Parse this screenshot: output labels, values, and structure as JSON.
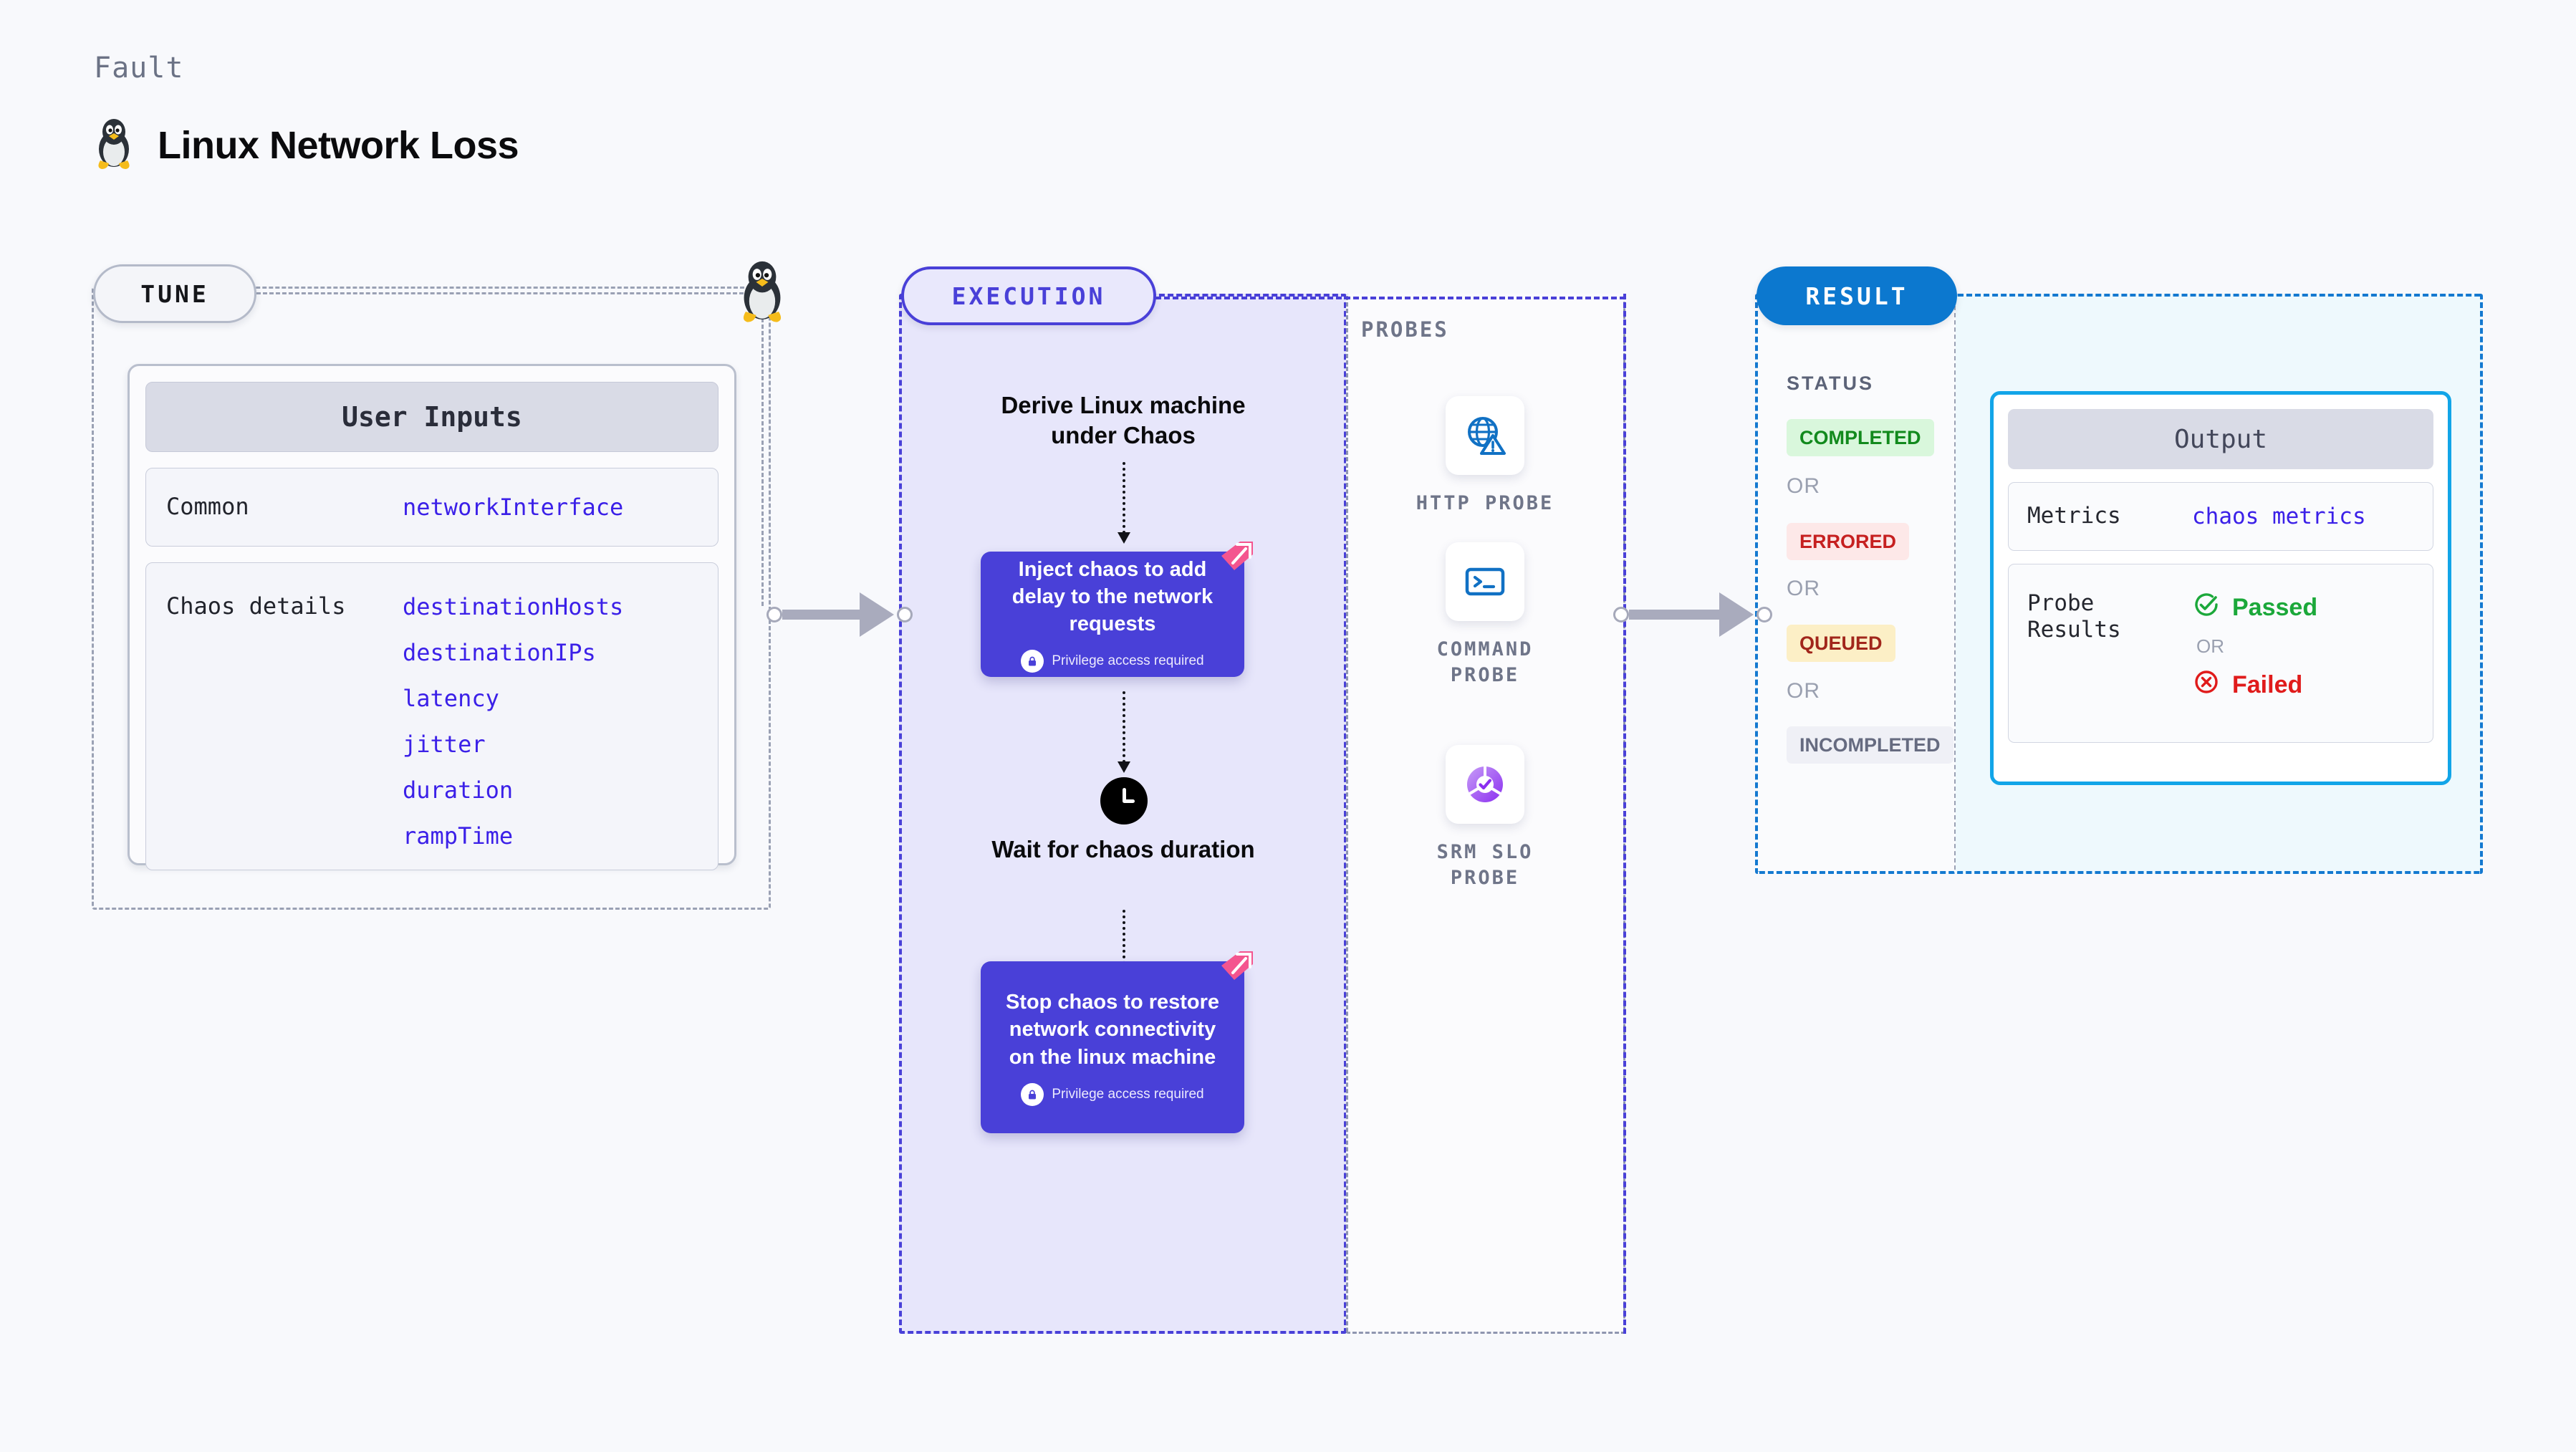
{
  "header": {
    "kicker": "Fault",
    "title": "Linux Network Loss",
    "icon": "linux-penguin-icon"
  },
  "tune": {
    "pill_label": "TUNE",
    "icon": "linux-penguin-icon",
    "card": {
      "header": "User Inputs",
      "rows": [
        {
          "key": "Common",
          "values": [
            "networkInterface"
          ]
        },
        {
          "key": "Chaos details",
          "values": [
            "destinationHosts",
            "destinationIPs",
            "latency",
            "jitter",
            "duration",
            "rampTime"
          ]
        }
      ]
    }
  },
  "execution": {
    "pill_label": "EXECUTION",
    "steps": [
      {
        "type": "title",
        "text": "Derive Linux machine under Chaos"
      },
      {
        "type": "chaos-node",
        "text": "Inject chaos to add delay to the network requests",
        "privilege": "Privilege access required",
        "badge": "chaos-flag-icon"
      },
      {
        "type": "wait",
        "icon": "clock-icon",
        "text": "Wait for chaos duration"
      },
      {
        "type": "chaos-node",
        "text": "Stop chaos to restore network connectivity on the linux machine",
        "privilege": "Privilege access required",
        "badge": "chaos-flag-icon"
      }
    ]
  },
  "probes": {
    "label": "PROBES",
    "items": [
      {
        "label": "HTTP PROBE",
        "icon": "globe-warning-icon"
      },
      {
        "label": "COMMAND PROBE",
        "icon": "terminal-icon"
      },
      {
        "label": "SRM SLO PROBE",
        "icon": "slo-donut-check-icon"
      }
    ]
  },
  "result": {
    "pill_label": "RESULT",
    "status_label": "STATUS",
    "or_label": "OR",
    "statuses": [
      {
        "label": "COMPLETED",
        "bg": "#d9f7dc",
        "fg": "#128a1d"
      },
      {
        "label": "ERRORED",
        "bg": "#fde8e8",
        "fg": "#c62020"
      },
      {
        "label": "QUEUED",
        "bg": "#fcefc6",
        "fg": "#a1261b"
      },
      {
        "label": "INCOMPLETED",
        "bg": "#eff0f6",
        "fg": "#666b80"
      }
    ],
    "output": {
      "header": "Output",
      "metrics_key": "Metrics",
      "metrics_value": "chaos metrics",
      "probe_results_key": "Probe Results",
      "passed_label": "Passed",
      "failed_label": "Failed",
      "or_label": "OR",
      "passed_icon": "check-circle-icon",
      "failed_icon": "x-circle-icon"
    }
  },
  "colors": {
    "page_bg": "#f8f9fc",
    "execution_accent": "#4940d8",
    "execution_fill": "#e7e6fb",
    "result_accent": "#1479d0",
    "output_accent": "#12a5e8",
    "output_fill": "#eef9fd",
    "tune_accent": "#9aa1b4",
    "link_purple": "#3b20e8",
    "flag_pink": "#f4558f"
  }
}
